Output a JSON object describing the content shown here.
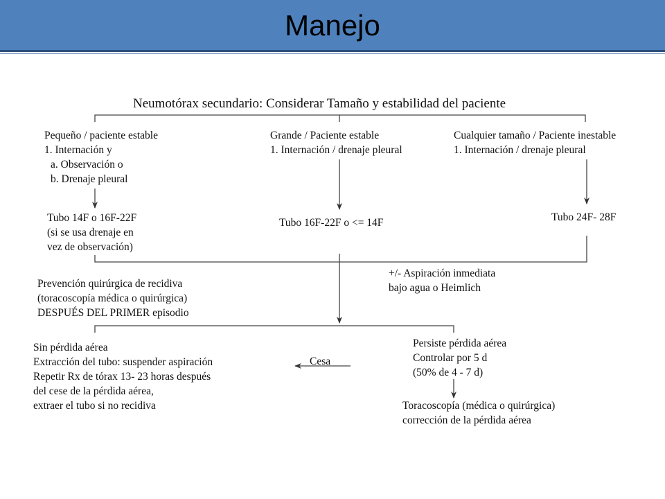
{
  "slide": {
    "title": "Manejo"
  },
  "flow": {
    "heading": "Neumotórax secundario: Considerar Tamaño y estabilidad del paciente",
    "left_box": {
      "lines": [
        "Pequeño / paciente estable",
        "1. Internación y",
        "a. Observación o",
        "b. Drenaje pleural"
      ]
    },
    "center_box": {
      "lines": [
        "Grande / Paciente estable",
        "1. Internación / drenaje pleural"
      ]
    },
    "right_box": {
      "lines": [
        "Cualquier tamaño / Paciente inestable",
        "1. Internación / drenaje pleural"
      ]
    },
    "left_tube": {
      "lines": [
        "Tubo 14F o 16F-22F",
        "(si se usa drenaje en",
        "vez de observación)"
      ]
    },
    "center_tube": "Tubo 16F-22F o <= 14F",
    "right_tube": "Tubo 24F- 28F",
    "aspiration": {
      "lines": [
        "+/- Aspiración inmediata",
        "bajo agua o Heimlich"
      ]
    },
    "prevention": {
      "lines": [
        "Prevención quirúrgica de recidiva",
        "(toracoscopía médica o quirúrgica)",
        "DESPUÉS DEL PRIMER episodio"
      ]
    },
    "no_leak": {
      "lines": [
        "Sin pérdida aérea",
        "Extracción del tubo: suspender aspiración",
        "Repetir Rx de tórax 13- 23 horas después",
        "del cese de la pérdida aérea,",
        "extraer el tubo si no recidiva"
      ]
    },
    "cesa": "Cesa",
    "persist": {
      "lines": [
        "Persiste pérdida aérea",
        "Controlar por 5 d",
        "(50% de 4 - 7 d)"
      ]
    },
    "thoraco": {
      "lines": [
        "Toracoscopía (médica o quirúrgica)",
        "corrección de la pérdida aérea"
      ]
    }
  }
}
